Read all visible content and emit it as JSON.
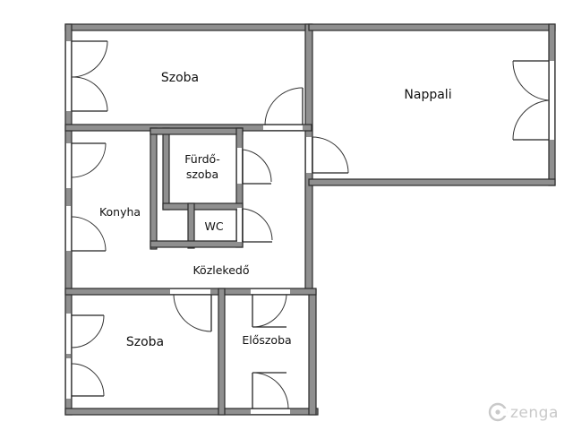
{
  "rooms": {
    "szoba_top": "Szoba",
    "nappali": "Nappali",
    "furdo_line1": "Fürdő-",
    "furdo_line2": "szoba",
    "konyha": "Konyha",
    "wc": "WC",
    "kozlekedo": "Közlekedő",
    "szoba_bottom": "Szoba",
    "eloszoba": "Előszoba"
  },
  "watermark": {
    "brand": "zenga",
    "icon": "zenga-logo-icon"
  },
  "colors": {
    "wall_fill": "#8f8f8f",
    "wall_stroke": "#2a2a2a",
    "watermark": "#c9c9c9"
  }
}
